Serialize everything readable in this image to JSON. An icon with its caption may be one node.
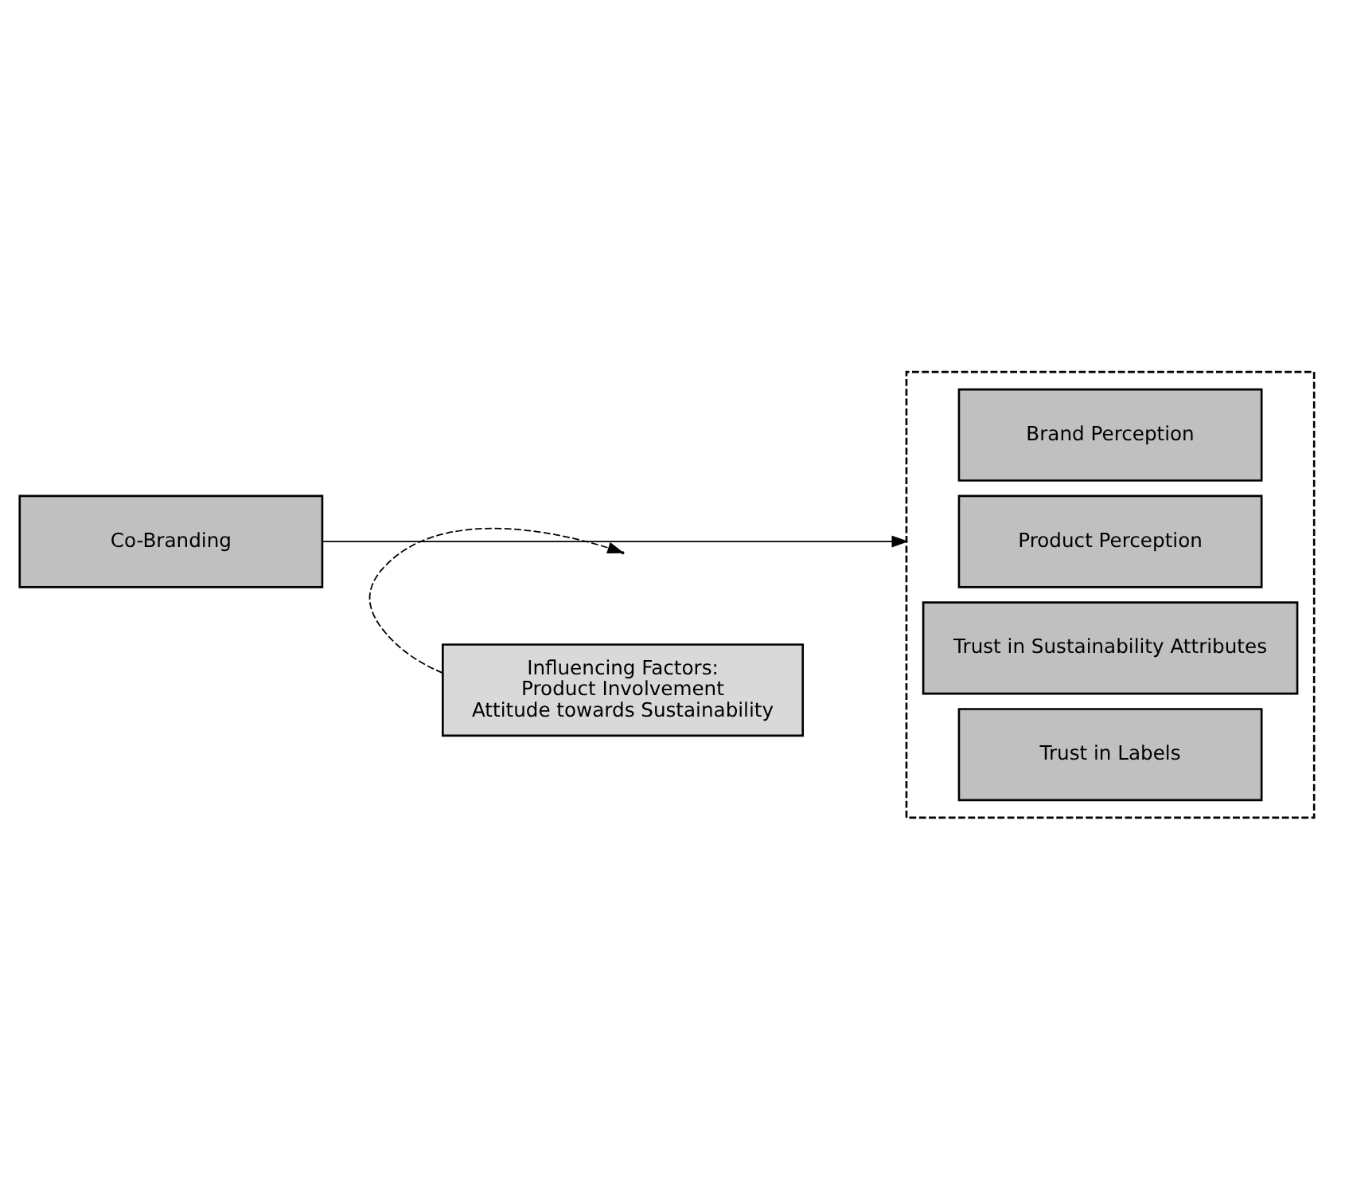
{
  "diagram": {
    "nodes": [
      {
        "text": [
          "Co-Branding"
        ]
      },
      {
        "text": [],
        "shape": "box"
      },
      {
        "text": [
          "Brand Perception"
        ],
        "in": 1
      },
      {
        "text": [
          "Product Perception"
        ],
        "in": 1
      },
      {
        "text": [
          "Trust in Sustainability Attributes"
        ],
        "in": 1
      },
      {
        "text": [
          "Trust in Labels"
        ],
        "in": 1
      },
      {
        "text": [
          "Influencing Factors:",
          "Product Involvement",
          "Attitude towards Sustainability"
        ]
      }
    ],
    "edges": [
      {
        "from": 0,
        "to": 1,
        "arrow": "to"
      },
      {
        "from": 6,
        "to": null,
        "arrow": "to",
        "style": "dashed"
      }
    ]
  }
}
